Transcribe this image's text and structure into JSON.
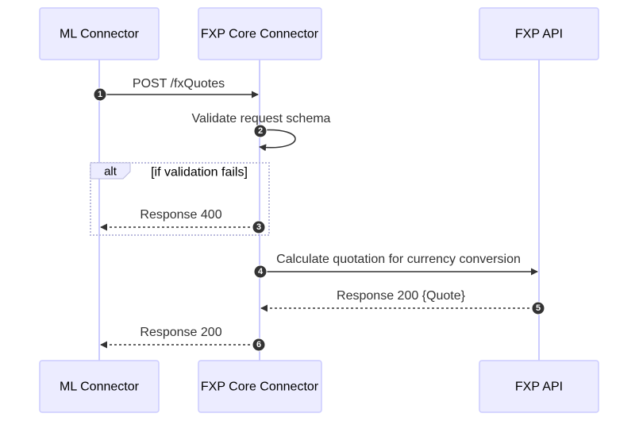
{
  "actors": [
    {
      "id": "ml",
      "name": "ML Connector"
    },
    {
      "id": "core",
      "name": "FXP Core Connector"
    },
    {
      "id": "api",
      "name": "FXP API"
    }
  ],
  "alt_block": {
    "label": "alt",
    "condition": "[if validation fails]"
  },
  "messages": [
    {
      "seq": "1",
      "from": "ml",
      "to": "core",
      "text": "POST /fxQuotes",
      "style": "solid"
    },
    {
      "seq": "2",
      "from": "core",
      "to": "core",
      "text": "Validate request schema",
      "style": "solid"
    },
    {
      "seq": "3",
      "from": "core",
      "to": "ml",
      "text": "Response 400",
      "style": "dashed"
    },
    {
      "seq": "4",
      "from": "core",
      "to": "api",
      "text": "Calculate quotation for currency conversion",
      "style": "solid"
    },
    {
      "seq": "5",
      "from": "api",
      "to": "core",
      "text": "Response 200 {Quote}",
      "style": "dashed"
    },
    {
      "seq": "6",
      "from": "core",
      "to": "ml",
      "text": "Response 200",
      "style": "dashed"
    }
  ]
}
